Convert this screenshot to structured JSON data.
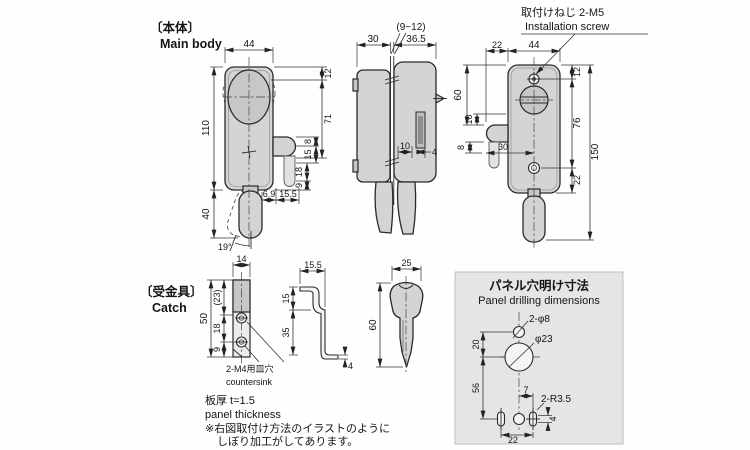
{
  "main_body": {
    "label_jp": "〔本体〕",
    "label_en": "Main body",
    "front": {
      "width": "44",
      "height": "110",
      "lower_height": "40",
      "right_top": "12",
      "right_upper": "71",
      "hook_a": "8",
      "hook_b": "15",
      "lower_a": "18",
      "lower_b": "9",
      "bottom_a": "6.9",
      "bottom_b": "15.5",
      "swing_angle": "19°"
    },
    "side": {
      "panel_range": "(9~12)",
      "depth_rear": "30",
      "depth_front": "36.5",
      "inner_a": "10",
      "inner_b": "4"
    },
    "back": {
      "screw_note_jp": "取付けねじ 2-M5",
      "screw_note_en": "Installation screw",
      "top_left": "22",
      "top_width": "44",
      "right_top": "12",
      "right_mid": "76",
      "right_low": "22",
      "right_total": "150",
      "left_total": "60",
      "left_a": "10",
      "left_b": "8",
      "center_offset": "30"
    }
  },
  "catch": {
    "label_jp": "〔受金具〕",
    "label_en": "Catch",
    "front": {
      "width": "14",
      "total": "50",
      "seg_top": "(23)",
      "seg_mid": "18",
      "seg_bot": "9",
      "countersink_jp": "2-M4用皿穴",
      "countersink_en": "countersink"
    },
    "side": {
      "width": "15.5",
      "upper": "15",
      "lower": "35",
      "flange": "4"
    },
    "key": {
      "width": "25",
      "height": "60"
    }
  },
  "panel_drilling": {
    "title_jp": "パネル穴明け寸法",
    "title_en": "Panel drilling dimensions",
    "hole_small": "2-φ8",
    "hole_large": "φ23",
    "v_top": "20",
    "v_mid": "56",
    "h_small": "7",
    "slot_radius": "2-R3.5",
    "slot_height": "4",
    "slot_span": "22"
  },
  "notes": {
    "thickness_jp": "板厚 t=1.5",
    "thickness_en": "panel thickness",
    "note1": "※右図取付け方法のイラストのように",
    "note2": "しぼり加工がしてあります。"
  },
  "colors": {
    "body_fill": "#d4d4d4",
    "panel_box_bg": "#e5e5e5",
    "line": "#2a2a2a"
  }
}
